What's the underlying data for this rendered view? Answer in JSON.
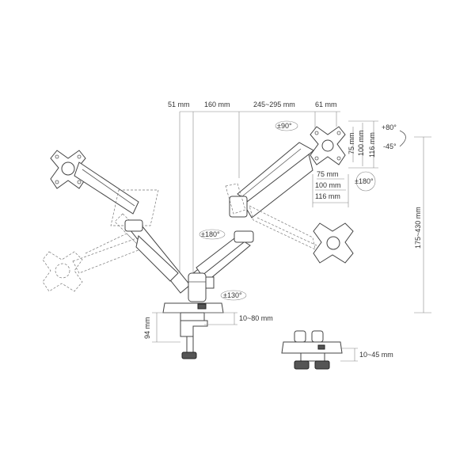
{
  "dimensions": {
    "arm_offset": "51 mm",
    "arm_segment": "160 mm",
    "arm_extension": "245~295 mm",
    "vesa_offset": "61 mm",
    "tilt_up": "+80°",
    "tilt_down": "-45°",
    "vesa_75_h": "75 mm",
    "vesa_100_h": "100 mm",
    "vesa_116_h": "116 mm",
    "vesa_75_w": "75 mm",
    "vesa_100_w": "100 mm",
    "vesa_116_w": "116 mm",
    "height_range": "175~430 mm",
    "base_height": "94 mm",
    "clamp_range": "10~80 mm",
    "grommet_range": "10~45 mm"
  },
  "rotations": {
    "swivel_head": "±90°",
    "rotate_head": "±180°",
    "arm_joint": "±180°",
    "base_joint": "±130°"
  }
}
